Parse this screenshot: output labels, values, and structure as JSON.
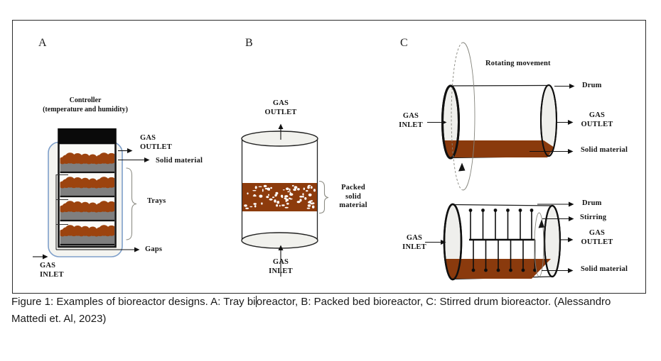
{
  "figure": {
    "caption": {
      "before_cursor": "Figure 1: Examples of bioreactor designs. A: Tray bi",
      "after_cursor": "oreactor, B: Packed bed bioreactor, C: Stirred drum bioreactor. (Alessandro",
      "line2": "Mattedi et. Al, 2023)"
    }
  },
  "panels": {
    "a": {
      "letter": "A",
      "controller_line1": "Controller",
      "controller_line2": "(temperature and humidity)",
      "gas_outlet_1": "GAS",
      "gas_outlet_2": "OUTLET",
      "solid_material": "Solid material",
      "trays": "Trays",
      "gaps": "Gaps",
      "gas_inlet_1": "GAS",
      "gas_inlet_2": "INLET"
    },
    "b": {
      "letter": "B",
      "gas_outlet_1": "GAS",
      "gas_outlet_2": "OUTLET",
      "packed_1": "Packed",
      "packed_2": "solid",
      "packed_3": "material",
      "gas_inlet_1": "GAS",
      "gas_inlet_2": "INLET"
    },
    "c": {
      "letter": "C",
      "rotating_movement": "Rotating movement",
      "top": {
        "gas_inlet_1": "GAS",
        "gas_inlet_2": "INLET",
        "drum": "Drum",
        "gas_outlet_1": "GAS",
        "gas_outlet_2": "OUTLET",
        "solid_material": "Solid material"
      },
      "bottom": {
        "gas_inlet_1": "GAS",
        "gas_inlet_2": "INLET",
        "drum": "Drum",
        "stirring": "Stirring",
        "gas_outlet_1": "GAS",
        "gas_outlet_2": "OUTLET",
        "solid_material": "Solid material"
      }
    }
  },
  "colors": {
    "solid_material_brown": "#9c430e",
    "drum_brown": "#8a3a0d",
    "packed_brown": "#8d3b0c",
    "tray_base_gray": "#7f7f7f",
    "vessel_outline_blue": "#7e9fca",
    "ink": "#111111"
  }
}
